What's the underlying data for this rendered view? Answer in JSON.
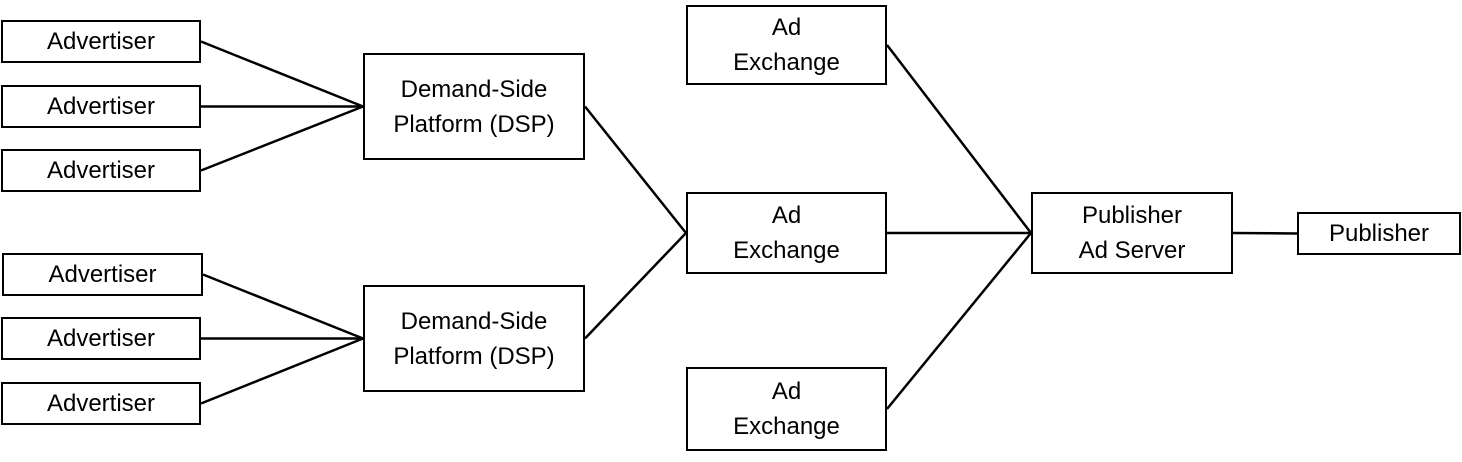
{
  "diagram": {
    "nodes": {
      "advertiser_1": {
        "lines": [
          "Advertiser"
        ]
      },
      "advertiser_2": {
        "lines": [
          "Advertiser"
        ]
      },
      "advertiser_3": {
        "lines": [
          "Advertiser"
        ]
      },
      "advertiser_4": {
        "lines": [
          "Advertiser"
        ]
      },
      "advertiser_5": {
        "lines": [
          "Advertiser"
        ]
      },
      "advertiser_6": {
        "lines": [
          "Advertiser"
        ]
      },
      "dsp_1": {
        "lines": [
          "Demand-Side",
          "Platform (DSP)"
        ]
      },
      "dsp_2": {
        "lines": [
          "Demand-Side",
          "Platform (DSP)"
        ]
      },
      "ad_exchange_top": {
        "lines": [
          "Ad",
          "Exchange"
        ]
      },
      "ad_exchange_middle": {
        "lines": [
          "Ad",
          "Exchange"
        ]
      },
      "ad_exchange_bottom": {
        "lines": [
          "Ad",
          "Exchange"
        ]
      },
      "publisher_ad_server": {
        "lines": [
          "Publisher",
          "Ad Server"
        ]
      },
      "publisher": {
        "lines": [
          "Publisher"
        ]
      }
    },
    "edges": [
      [
        "advertiser_1",
        "dsp_1"
      ],
      [
        "advertiser_2",
        "dsp_1"
      ],
      [
        "advertiser_3",
        "dsp_1"
      ],
      [
        "advertiser_4",
        "dsp_2"
      ],
      [
        "advertiser_5",
        "dsp_2"
      ],
      [
        "advertiser_6",
        "dsp_2"
      ],
      [
        "dsp_1",
        "ad_exchange_middle"
      ],
      [
        "dsp_2",
        "ad_exchange_middle"
      ],
      [
        "ad_exchange_top",
        "publisher_ad_server"
      ],
      [
        "ad_exchange_middle",
        "publisher_ad_server"
      ],
      [
        "ad_exchange_bottom",
        "publisher_ad_server"
      ],
      [
        "publisher_ad_server",
        "publisher"
      ]
    ]
  }
}
